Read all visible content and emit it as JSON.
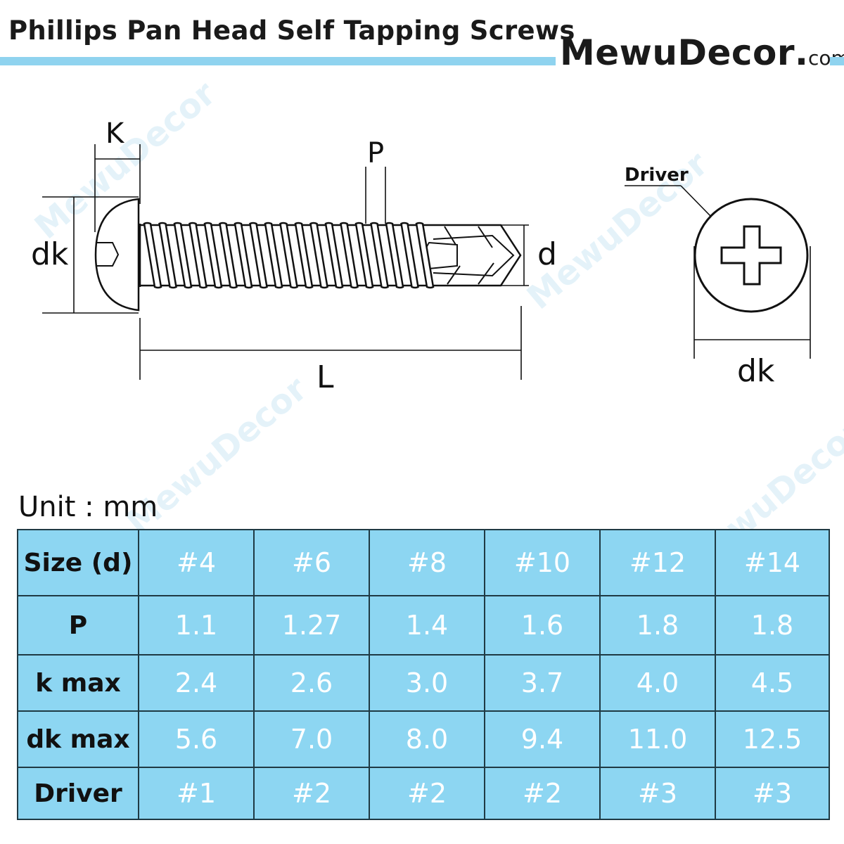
{
  "header": {
    "title": "Phillips Pan Head Self Tapping Screws",
    "brand": "MewuDecor",
    "brand_dot": ".",
    "brand_tld": "com",
    "accent_color": "#8fd3ef"
  },
  "watermark": "MewuDecor",
  "diagram": {
    "labels": {
      "k": "K",
      "p": "P",
      "dk_side": "dk",
      "d": "d",
      "l": "L",
      "driver": "Driver",
      "dk_top": "dk"
    }
  },
  "unit_label": "Unit : mm",
  "table": {
    "rows": [
      {
        "label": "Size (d)",
        "values": [
          "#4",
          "#6",
          "#8",
          "#10",
          "#12",
          "#14"
        ]
      },
      {
        "label": "P",
        "values": [
          "1.1",
          "1.27",
          "1.4",
          "1.6",
          "1.8",
          "1.8"
        ]
      },
      {
        "label": "k max",
        "values": [
          "2.4",
          "2.6",
          "3.0",
          "3.7",
          "4.0",
          "4.5"
        ]
      },
      {
        "label": "dk max",
        "values": [
          "5.6",
          "7.0",
          "8.0",
          "9.4",
          "11.0",
          "12.5"
        ]
      },
      {
        "label": "Driver",
        "values": [
          "#1",
          "#2",
          "#2",
          "#2",
          "#3",
          "#3"
        ]
      }
    ],
    "fill_color": "#8dd6f2"
  }
}
